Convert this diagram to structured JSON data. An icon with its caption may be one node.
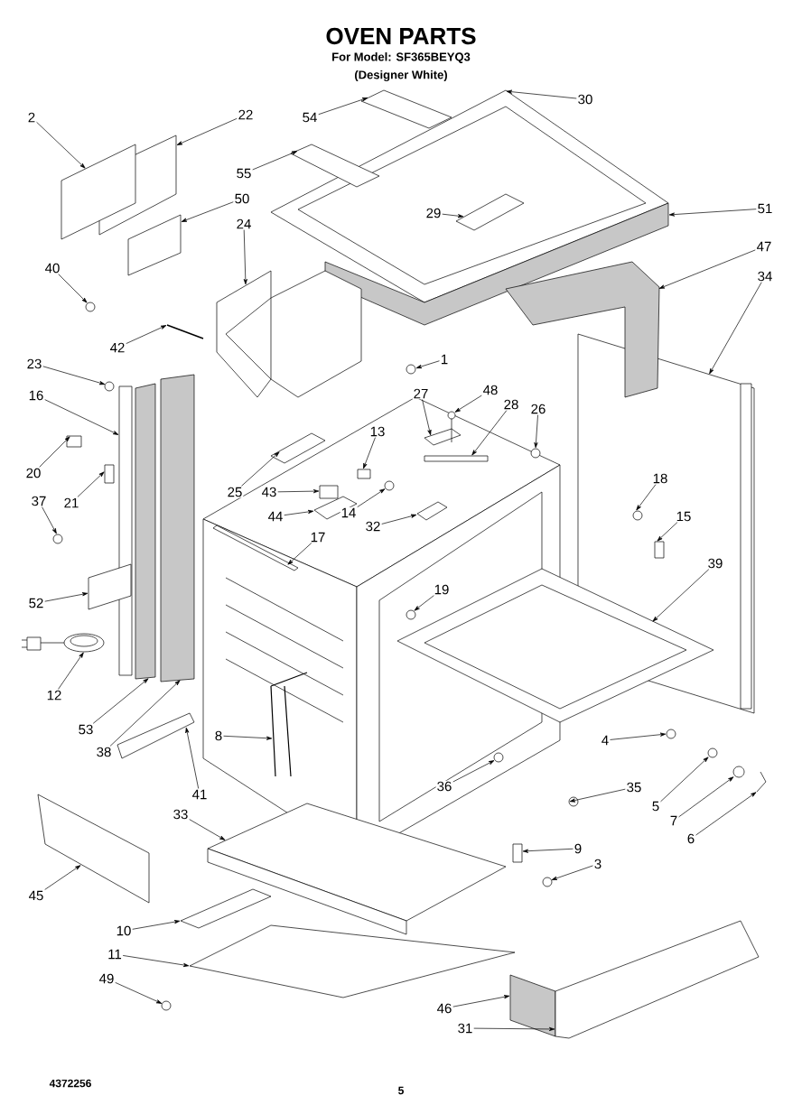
{
  "diagram": {
    "title": "OVEN PARTS",
    "nodes": [
      {
        "text": [
          "30"
        ]
      },
      {
        "text": [
          "22"
        ]
      },
      {
        "text": [
          "2"
        ]
      },
      {
        "text": [
          "54"
        ]
      },
      {
        "text": [
          "55"
        ]
      },
      {
        "text": [
          "50"
        ]
      },
      {
        "text": [
          "51"
        ]
      },
      {
        "text": [
          "29"
        ],
        "in": 55
      },
      {
        "text": [
          "24"
        ]
      },
      {
        "text": [
          "47"
        ]
      },
      {
        "text": [
          "40"
        ]
      },
      {
        "text": [
          "34"
        ]
      },
      {
        "text": [
          "42"
        ]
      },
      {
        "text": [
          "1"
        ]
      },
      {
        "text": [
          "23"
        ]
      },
      {
        "text": [
          "27"
        ]
      },
      {
        "text": [
          "48"
        ]
      },
      {
        "text": [
          "16"
        ]
      },
      {
        "text": [
          "28"
        ]
      },
      {
        "text": [
          "26"
        ]
      },
      {
        "text": [
          "13"
        ]
      },
      {
        "text": [
          "20"
        ]
      },
      {
        "text": [
          "18"
        ],
        "in": 66
      },
      {
        "text": [
          "25"
        ]
      },
      {
        "text": [
          "43"
        ]
      },
      {
        "text": [
          "37"
        ]
      },
      {
        "text": [
          "21"
        ]
      },
      {
        "text": [
          "14"
        ]
      },
      {
        "text": [
          "44"
        ]
      },
      {
        "text": [
          "15"
        ],
        "in": 66
      },
      {
        "text": [
          "32"
        ]
      },
      {
        "text": [
          "17"
        ]
      },
      {
        "text": [
          "39"
        ],
        "in": 66
      },
      {
        "text": [
          "19"
        ]
      },
      {
        "text": [
          "52"
        ]
      },
      {
        "text": [
          "12"
        ]
      },
      {
        "text": [
          "53"
        ]
      },
      {
        "text": [
          "8"
        ]
      },
      {
        "text": [
          "4"
        ]
      },
      {
        "text": [
          "38"
        ]
      },
      {
        "text": [
          "36"
        ]
      },
      {
        "text": [
          "35"
        ]
      },
      {
        "text": [
          "41"
        ]
      },
      {
        "text": [
          "5"
        ]
      },
      {
        "text": [
          "33"
        ]
      },
      {
        "text": [
          "7"
        ]
      },
      {
        "text": [
          "6"
        ]
      },
      {
        "text": [
          "9"
        ]
      },
      {
        "text": [
          "3"
        ]
      },
      {
        "text": [
          "45"
        ]
      },
      {
        "text": [
          "10"
        ]
      },
      {
        "text": [
          "11"
        ]
      },
      {
        "text": [
          "49"
        ]
      },
      {
        "text": [
          "46"
        ]
      },
      {
        "text": [
          "31"
        ]
      },
      {
        "text": [],
        "shape": "picture"
      },
      {
        "text": [],
        "shape": "box"
      },
      {
        "text": [],
        "shape": "box"
      },
      {
        "text": [],
        "shape": "bar"
      },
      {
        "text": [],
        "shape": "bar"
      },
      {
        "text": [],
        "shape": "box"
      },
      {
        "text": [],
        "shape": "box"
      },
      {
        "text": [],
        "shape": "box",
        "in": 55
      },
      {
        "text": [],
        "shape": "picture"
      },
      {
        "text": [],
        "shape": "box"
      },
      {
        "text": [],
        "shape": "circle"
      },
      {
        "text": [],
        "shape": "picture"
      },
      {
        "text": [],
        "shape": "bar"
      },
      {
        "text": [],
        "shape": "circle"
      },
      {
        "text": [],
        "shape": "circle"
      },
      {
        "text": [],
        "shape": "box"
      },
      {
        "text": [],
        "shape": "picture"
      },
      {
        "text": [],
        "shape": "bar"
      },
      {
        "text": [],
        "shape": "bar"
      },
      {
        "text": [],
        "shape": "circle"
      },
      {
        "text": [],
        "shape": "box"
      },
      {
        "text": [],
        "shape": "box"
      },
      {
        "text": [],
        "shape": "circle",
        "in": 66
      },
      {
        "text": [],
        "shape": "box"
      },
      {
        "text": [],
        "shape": "box"
      },
      {
        "text": [],
        "shape": "circle"
      },
      {
        "text": [],
        "shape": "box"
      },
      {
        "text": [],
        "shape": "circle"
      },
      {
        "text": [],
        "shape": "box"
      },
      {
        "text": [],
        "shape": "box",
        "in": 66
      },
      {
        "text": [],
        "shape": "box"
      },
      {
        "text": [],
        "shape": "bar"
      },
      {
        "text": [],
        "shape": "picture"
      },
      {
        "text": [],
        "shape": "circle"
      },
      {
        "text": [],
        "shape": "box"
      },
      {
        "text": [],
        "shape": "picture"
      },
      {
        "text": [],
        "shape": "bar"
      },
      {
        "text": [],
        "shape": "picture"
      },
      {
        "text": [],
        "shape": "circle"
      },
      {
        "text": [],
        "shape": "bar"
      },
      {
        "text": [],
        "shape": "circle"
      },
      {
        "text": [],
        "shape": "circle"
      },
      {
        "text": [],
        "shape": "bar"
      },
      {
        "text": [],
        "shape": "circle"
      },
      {
        "text": [],
        "shape": "picture"
      },
      {
        "text": [],
        "shape": "circle"
      },
      {
        "text": [],
        "shape": "picture"
      },
      {
        "text": [],
        "shape": "box"
      },
      {
        "text": [],
        "shape": "circle"
      },
      {
        "text": [],
        "shape": "box"
      },
      {
        "text": [],
        "shape": "bar"
      },
      {
        "text": [],
        "shape": "box"
      },
      {
        "text": [],
        "shape": "circle"
      },
      {
        "text": [],
        "shape": "box"
      },
      {
        "text": [],
        "shape": "box"
      }
    ],
    "edges": [
      {
        "from": 0,
        "to": 55,
        "arrow": "to"
      },
      {
        "from": 1,
        "to": 56,
        "arrow": "to"
      },
      {
        "from": 2,
        "to": 57,
        "arrow": "to"
      },
      {
        "from": 3,
        "to": 58,
        "arrow": "to"
      },
      {
        "from": 4,
        "to": 59,
        "arrow": "to"
      },
      {
        "from": 5,
        "to": 60,
        "arrow": "to"
      },
      {
        "from": 6,
        "to": 61,
        "arrow": "to"
      },
      {
        "from": 7,
        "to": 62,
        "arrow": "to"
      },
      {
        "from": 8,
        "to": 63,
        "arrow": "to"
      },
      {
        "from": 9,
        "to": 64,
        "arrow": "to"
      },
      {
        "from": 10,
        "to": 65,
        "arrow": "to"
      },
      {
        "from": 11,
        "to": 66,
        "arrow": "to"
      },
      {
        "from": 12,
        "to": 67,
        "arrow": "to"
      },
      {
        "from": 13,
        "to": 68,
        "arrow": "to"
      },
      {
        "from": 14,
        "to": 69,
        "arrow": "to"
      },
      {
        "from": 15,
        "to": 70,
        "arrow": "to"
      },
      {
        "from": 16,
        "to": 71,
        "arrow": "to"
      },
      {
        "from": 17,
        "to": 72,
        "arrow": "to"
      },
      {
        "from": 18,
        "to": 73,
        "arrow": "to"
      },
      {
        "from": 19,
        "to": 74,
        "arrow": "to"
      },
      {
        "from": 20,
        "to": 75,
        "arrow": "to"
      },
      {
        "from": 21,
        "to": 76,
        "arrow": "to"
      },
      {
        "from": 22,
        "to": 77,
        "arrow": "to"
      },
      {
        "from": 23,
        "to": 78,
        "arrow": "to"
      },
      {
        "from": 24,
        "to": 79,
        "arrow": "to"
      },
      {
        "from": 25,
        "to": 80,
        "arrow": "to"
      },
      {
        "from": 26,
        "to": 81,
        "arrow": "to"
      },
      {
        "from": 27,
        "to": 82,
        "arrow": "to"
      },
      {
        "from": 28,
        "to": 83,
        "arrow": "to"
      },
      {
        "from": 29,
        "to": 84,
        "arrow": "to"
      },
      {
        "from": 30,
        "to": 85,
        "arrow": "to"
      },
      {
        "from": 31,
        "to": 86,
        "arrow": "to"
      },
      {
        "from": 32,
        "to": 87,
        "arrow": "to"
      },
      {
        "from": 33,
        "to": 88,
        "arrow": "to"
      },
      {
        "from": 34,
        "to": 89,
        "arrow": "to"
      },
      {
        "from": 35,
        "to": 90,
        "arrow": "to"
      },
      {
        "from": 36,
        "to": 91,
        "arrow": "to"
      },
      {
        "from": 37,
        "to": 92,
        "arrow": "to"
      },
      {
        "from": 38,
        "to": 93,
        "arrow": "to"
      },
      {
        "from": 39,
        "to": 94,
        "arrow": "to"
      },
      {
        "from": 40,
        "to": 95,
        "arrow": "to"
      },
      {
        "from": 41,
        "to": 96,
        "arrow": "to"
      },
      {
        "from": 42,
        "to": 97,
        "arrow": "to"
      },
      {
        "from": 43,
        "to": 98,
        "arrow": "to"
      },
      {
        "from": 44,
        "to": 99,
        "arrow": "to"
      },
      {
        "from": 45,
        "to": 100,
        "arrow": "to"
      },
      {
        "from": 46,
        "to": 101,
        "arrow": "to"
      },
      {
        "from": 47,
        "to": 102,
        "arrow": "to"
      },
      {
        "from": 48,
        "to": 103,
        "arrow": "to"
      },
      {
        "from": 49,
        "to": 104,
        "arrow": "to"
      },
      {
        "from": 50,
        "to": 105,
        "arrow": "to"
      },
      {
        "from": 51,
        "to": 106,
        "arrow": "to"
      },
      {
        "from": 52,
        "to": 107,
        "arrow": "to"
      },
      {
        "from": 53,
        "to": 108,
        "arrow": "to"
      },
      {
        "from": 54,
        "to": 109,
        "arrow": "to"
      }
    ],
    "labels": [
      "For Model: SF365BEYQ3",
      "(Designer White)",
      "4372256",
      "5"
    ]
  }
}
